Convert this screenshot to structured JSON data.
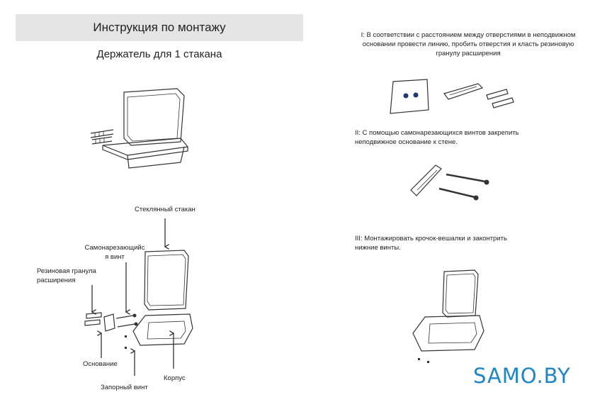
{
  "header": {
    "title": "Инструкция по монтажу",
    "subtitle": "Держатель для 1 стакана"
  },
  "parts": {
    "glass": "Стеклянный стакан",
    "screw_line1": "Самонарезающийс",
    "screw_line2": "я винт",
    "plug_line1": "Резиновая гранула",
    "plug_line2": "расширения",
    "base": "Основание",
    "lock_screw": "Запорный винт",
    "body": "Корпус"
  },
  "steps": [
    {
      "lines": [
        "I: В соответствии с расстоянием между отверстиями в неподвижном",
        "основании провести линию, пробить отверстия и класть резиновую",
        "гранулу расширения"
      ]
    },
    {
      "lines": [
        "II: С помощью самонарезающихся винтов закрепить",
        "неподвижное основание к стене."
      ]
    },
    {
      "lines": [
        "III: Монтажировать крочок-вешалки и законтрить",
        "нижние винты."
      ]
    }
  ],
  "brand": {
    "name": "SAMO.BY",
    "color": "#1e86c4"
  }
}
